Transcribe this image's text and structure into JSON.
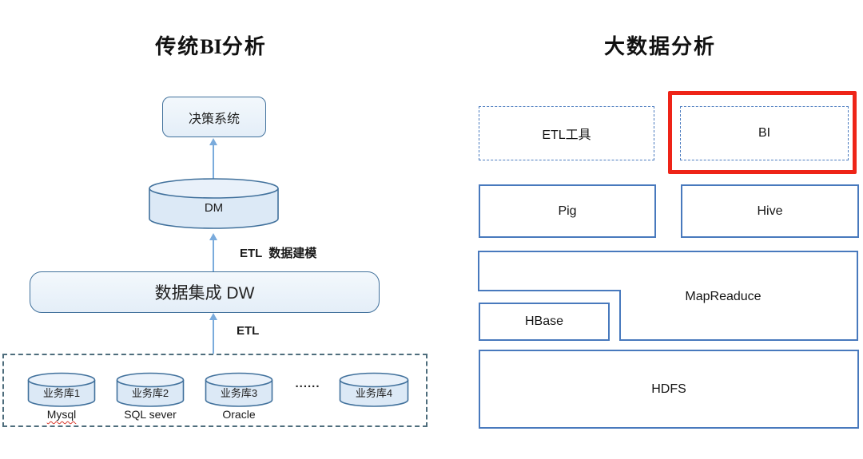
{
  "left_panel": {
    "title": {
      "pre": "传统",
      "bi": "BI",
      "post": "分析"
    },
    "decision_box_label": "决策系统",
    "dm_label": "DM",
    "etl_modeling_label": "ETL  数据建模",
    "dw_label": "数据集成 DW",
    "etl_label": "ETL",
    "sources": [
      {
        "name": "业务库1",
        "sub": "Mysql"
      },
      {
        "name": "业务库2",
        "sub": "SQL sever"
      },
      {
        "name": "业务库3",
        "sub": "Oracle"
      },
      {
        "name": "业务库4",
        "sub": ""
      }
    ],
    "ellipsis": "......"
  },
  "right_panel": {
    "title": "大数据分析",
    "etl_tool_label": "ETL工具",
    "bi_label": "BI",
    "pig_label": "Pig",
    "hive_label": "Hive",
    "mapreduce_label": "MapReaduce",
    "hbase_label": "HBase",
    "hdfs_label": "HDFS"
  },
  "colors": {
    "left_box_border": "#41719c",
    "left_box_fill": "#e9f1fa",
    "cylinder_fill": "#dce9f6",
    "cylinder_top_fill": "#e9f1fa",
    "arrow": "#7aabdc",
    "right_box_border": "#4879bd",
    "right_dashed_border": "#4d7dc0",
    "highlight_red": "#ee2418",
    "source_dashed_border": "#4e6d7c",
    "mysql_underline": "#d83a2e"
  }
}
